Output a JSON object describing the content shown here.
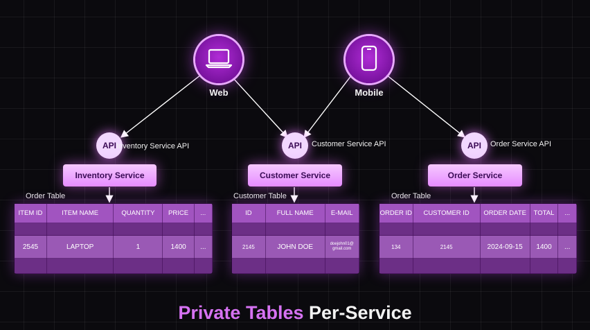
{
  "clients": [
    {
      "label": "Web",
      "icon": "laptop-icon"
    },
    {
      "label": "Mobile",
      "icon": "smartphone-icon"
    }
  ],
  "apis": [
    {
      "badge": "API",
      "label": "Inventory Service API"
    },
    {
      "badge": "API",
      "label": "Customer Service API"
    },
    {
      "badge": "API",
      "label": "Order Service API"
    }
  ],
  "services": [
    "Inventory Service",
    "Customer Service",
    "Order Service"
  ],
  "tables": [
    {
      "caption": "Order Table",
      "headers": [
        "ITEM ID",
        "ITEM NAME",
        "QUANTITY",
        "PRICE",
        "..."
      ],
      "row": [
        "2545",
        "LAPTOP",
        "1",
        "1400",
        "..."
      ]
    },
    {
      "caption": "Customer Table",
      "headers": [
        "ID",
        "FULL NAME",
        "E-MAIL"
      ],
      "row": [
        "2145",
        "JOHN DOE",
        "doejohn01@ gmail.com"
      ]
    },
    {
      "caption": "Order Table",
      "headers": [
        "ORDER ID",
        "CUSTOMER ID",
        "ORDER DATE",
        "TOTAL",
        "..."
      ],
      "row": [
        "134",
        "2145",
        "2024-09-15",
        "1400",
        "..."
      ]
    }
  ],
  "title": {
    "accent": "Private Tables",
    "rest": "Per-Service"
  },
  "colors": {
    "accent": "#d672f2",
    "node": "#7a13a0",
    "service": "#f6c9ff"
  }
}
